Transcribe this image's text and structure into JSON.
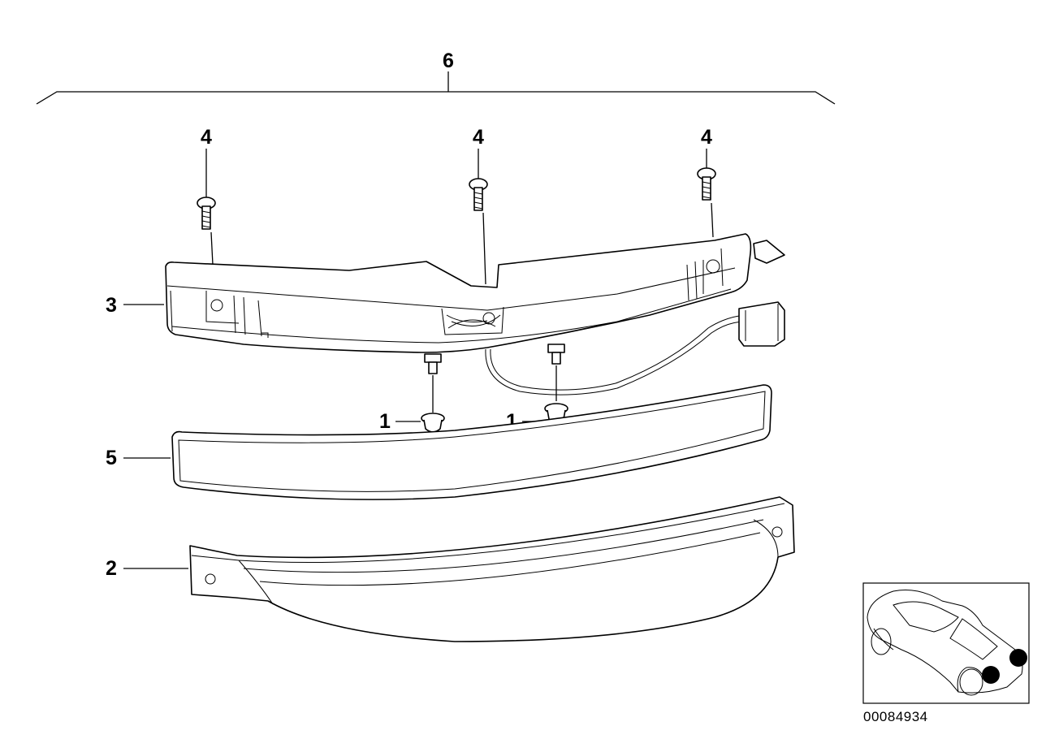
{
  "diagram": {
    "callouts": {
      "assembly": "6",
      "screw_left": "4",
      "screw_mid": "4",
      "screw_right": "4",
      "housing": "3",
      "nut_left": "1",
      "nut_right": "1",
      "gasket": "5",
      "lens": "2"
    },
    "doc_number": "00084934"
  },
  "colors": {
    "line": "#000000",
    "background": "#ffffff",
    "marker": "#000000"
  }
}
